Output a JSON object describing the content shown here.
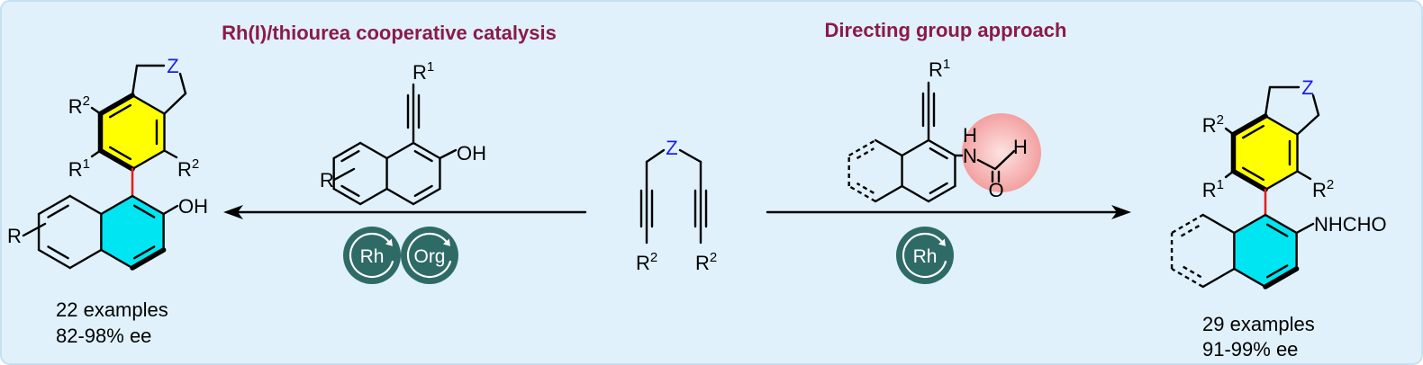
{
  "titles": {
    "left": "Rh(I)/thiourea cooperative catalysis",
    "right": "Directing group approach"
  },
  "colors": {
    "background": "#e0f1fb",
    "border": "#c6e0ef",
    "title": "#8b1a4b",
    "heteroatom_z": "#1c1cf0",
    "aryl_ring_yellow": "#ffff00",
    "aryl_ring_cyan": "#00e5f2",
    "axis_bond": "#e3211c",
    "catalyst": "#2f6b66",
    "directing_group_highlight": "#f3a0a0",
    "directing_group_highlight_center": "#fde3e3"
  },
  "left_product": {
    "z": "Z",
    "r2_upper": {
      "base": "R",
      "sup": "2"
    },
    "r1": {
      "base": "R",
      "sup": "1"
    },
    "r2_lower": {
      "base": "R",
      "sup": "2"
    },
    "oh": "OH",
    "r": "R",
    "result": {
      "count": "22 examples",
      "ee": "82-98% ee"
    }
  },
  "left_reagent": {
    "r1": {
      "base": "R",
      "sup": "1"
    },
    "oh": "OH",
    "r": "R"
  },
  "left_catalysts": [
    {
      "label": "Rh",
      "icon": "cycle-arrow-icon"
    },
    {
      "label": "Org",
      "icon": "cycle-arrow-icon"
    }
  ],
  "diyne": {
    "z": "Z",
    "r2_left": {
      "base": "R",
      "sup": "2"
    },
    "r2_right": {
      "base": "R",
      "sup": "2"
    }
  },
  "right_reagent": {
    "r1": {
      "base": "R",
      "sup": "1"
    },
    "nh_h": "H",
    "n": "N",
    "cho_h": "H",
    "o": "O"
  },
  "right_catalyst": {
    "label": "Rh",
    "icon": "cycle-arrow-icon"
  },
  "right_product": {
    "z": "Z",
    "r2_upper": {
      "base": "R",
      "sup": "2"
    },
    "r1": {
      "base": "R",
      "sup": "1"
    },
    "r2_lower": {
      "base": "R",
      "sup": "2"
    },
    "nhcho": "NHCHO",
    "result": {
      "count": "29 examples",
      "ee": "91-99% ee"
    }
  }
}
